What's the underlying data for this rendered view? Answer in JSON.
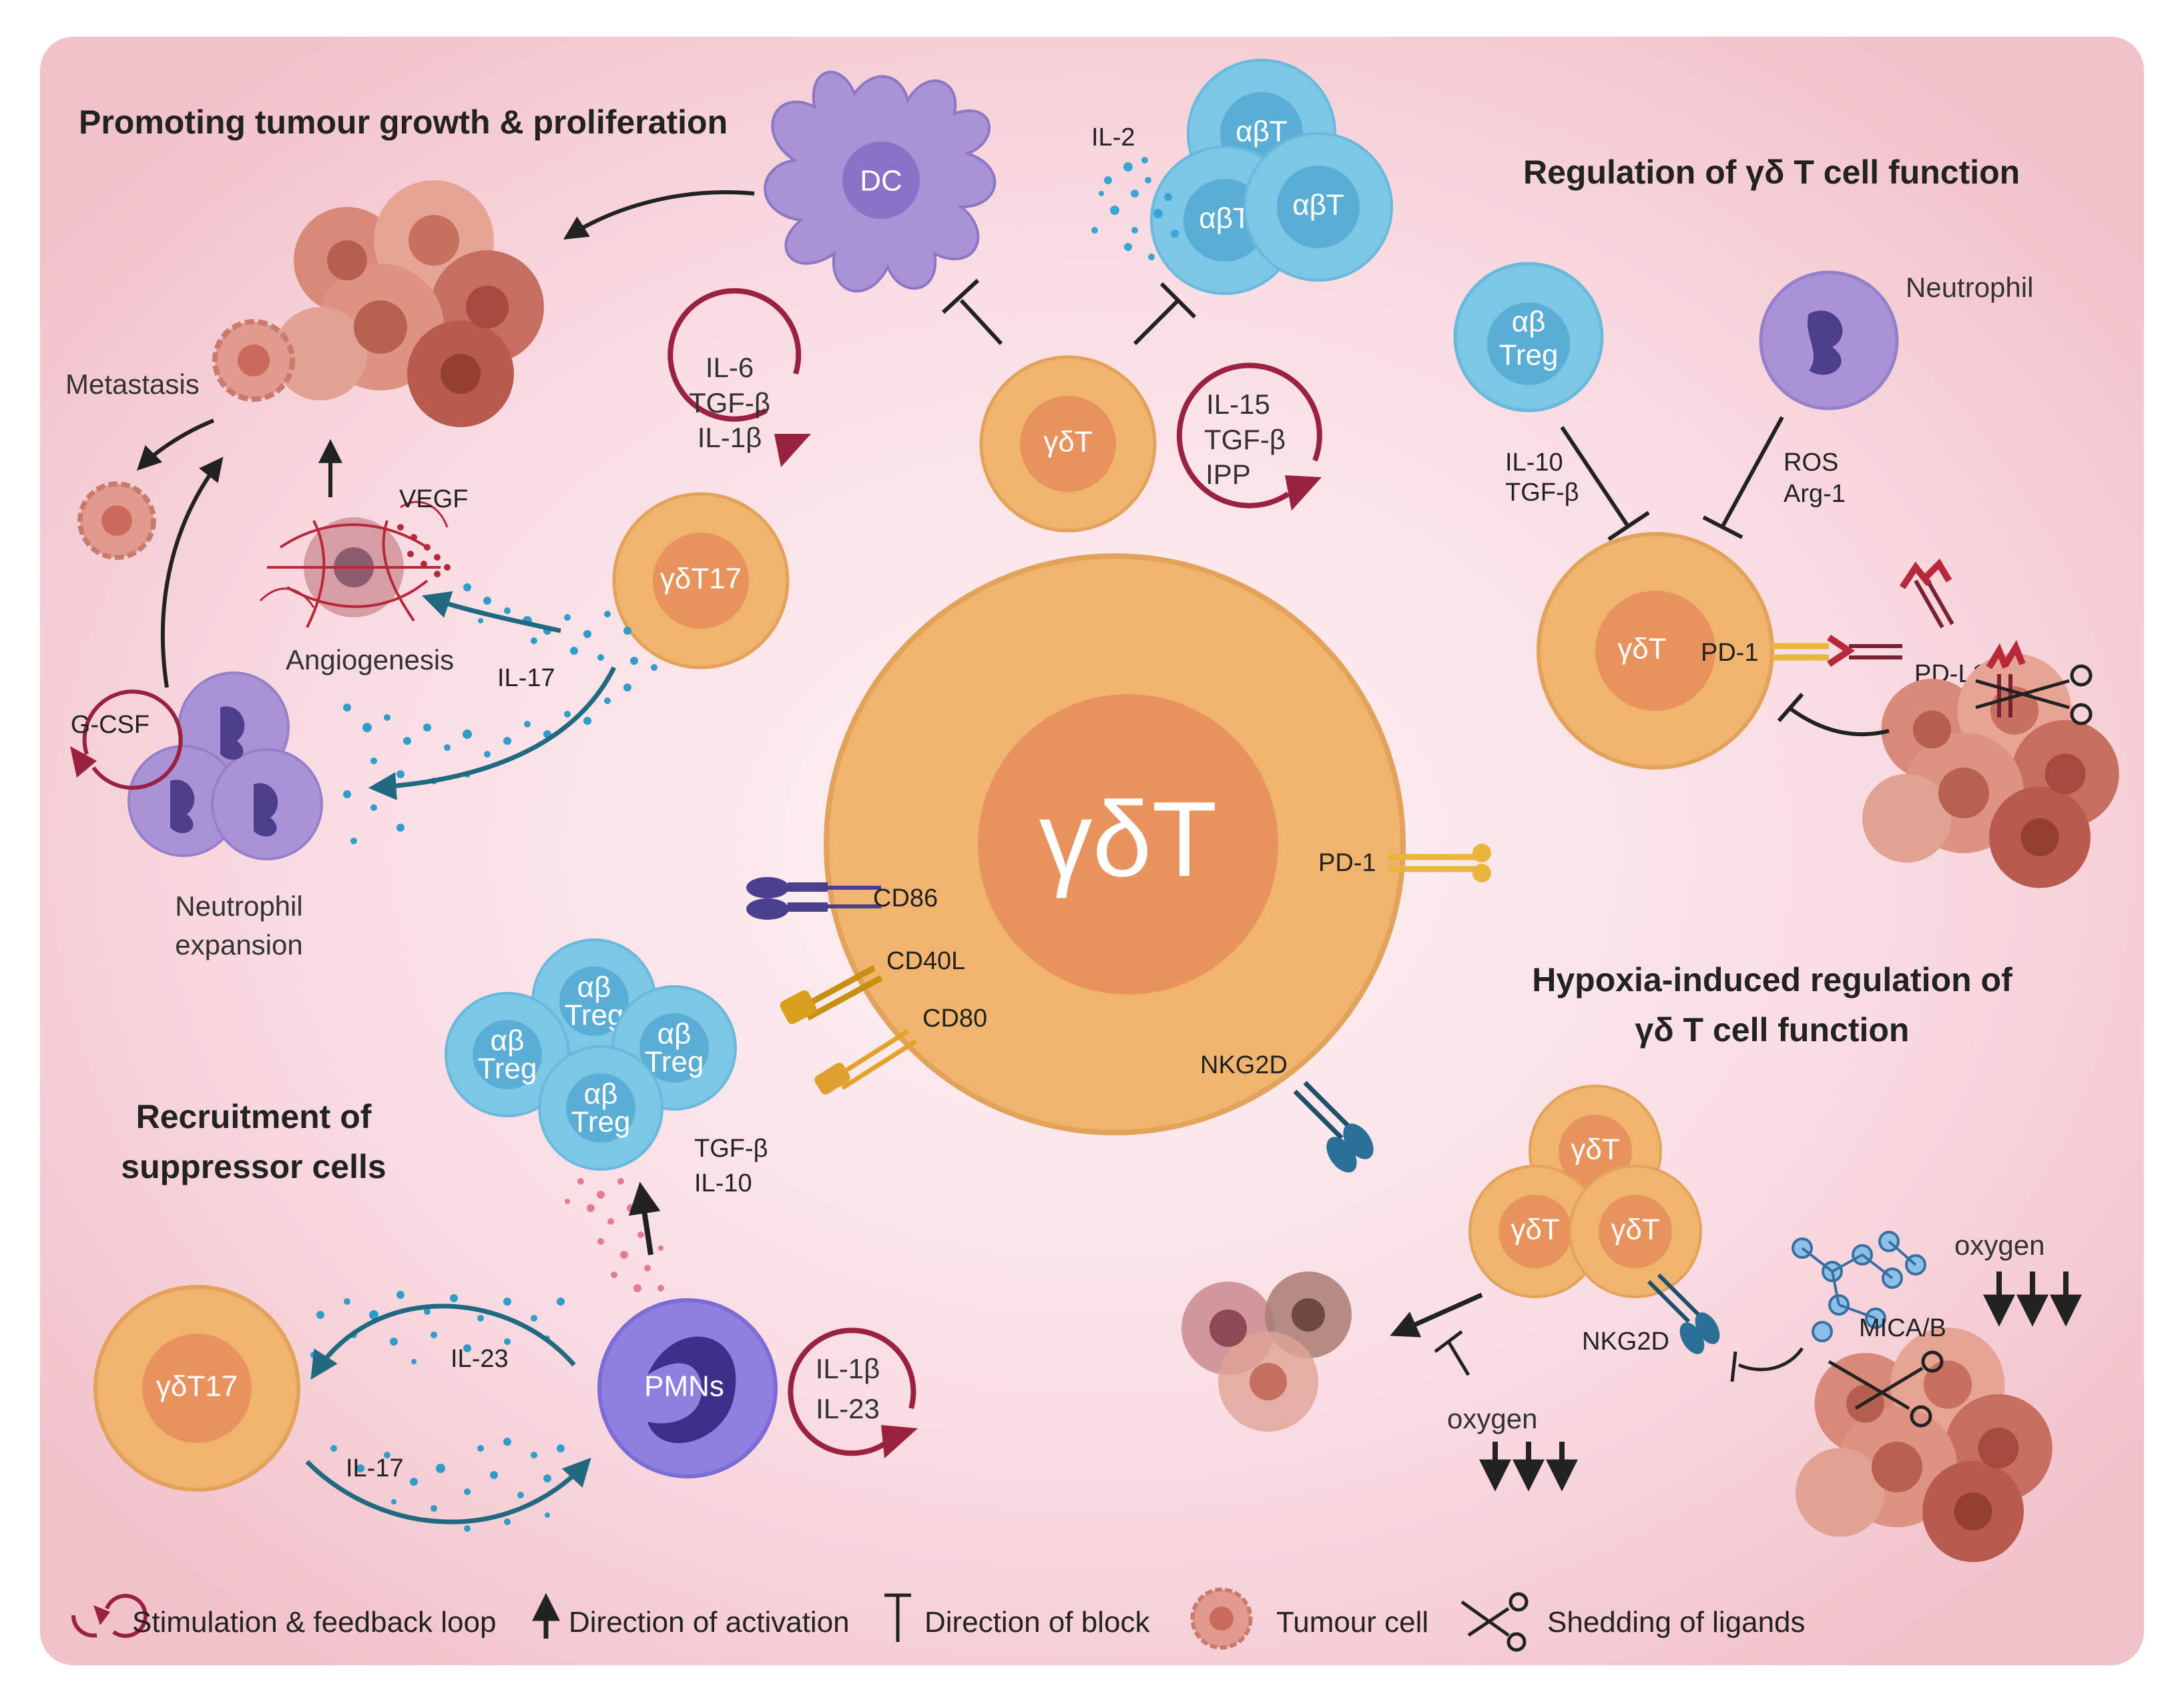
{
  "titles": {
    "growth": "Promoting tumour growth & proliferation",
    "regulation": "Regulation of γδ T cell function",
    "hypoxia_line1": "Hypoxia-induced regulation of",
    "hypoxia_line2": "γδ T cell function",
    "recruit_line1": "Recruitment of",
    "recruit_line2": "suppressor cells"
  },
  "cells": {
    "center": "γδT",
    "top_gdt": "γδT",
    "gdt17_upper": "γδT17",
    "gdt17_lower": "γδT17",
    "dc": "DC",
    "abT": "αβT",
    "abTreg_line1": "αβ",
    "abTreg_line2": "Treg",
    "pmns": "PMNs",
    "reg_gdt": "γδT",
    "hyp_gdt": "γδT"
  },
  "labels": {
    "il2": "IL-2",
    "loop1": [
      "IL-6",
      "TGF-β",
      "IL-1β"
    ],
    "loop2": [
      "IL-15",
      "TGF-β",
      "IPP"
    ],
    "loop3": [
      "IL-1β",
      "IL-23"
    ],
    "gcsf": "G-CSF",
    "metastasis": "Metastasis",
    "vegf": "VEGF",
    "angiogenesis": "Angiogenesis",
    "il17": "IL-17",
    "neutrophil_exp_1": "Neutrophil",
    "neutrophil_exp_2": "expansion",
    "cd86": "CD86",
    "cd40l": "CD40L",
    "cd80": "CD80",
    "pd1": "PD-1",
    "nkg2d": "NKG2D",
    "tgfb": "TGF-β",
    "il10": "IL-10",
    "il23": "IL-23",
    "il17b": "IL-17",
    "neutrophil": "Neutrophil",
    "il10_reg": "IL-10",
    "tgfb_reg": "TGF-β",
    "ros": "ROS",
    "arg1": "Arg-1",
    "pd1_reg": "PD-1",
    "pdl1": "PD-L1",
    "oxygen": "oxygen",
    "nkg2d_hyp": "NKG2D",
    "mica": "MICA/B"
  },
  "legend": {
    "loop": "Stimulation & feedback loop",
    "activation": "Direction of activation",
    "block": "Direction of block",
    "tumour": "Tumour cell",
    "shedding": "Shedding of ligands"
  },
  "colors": {
    "background_edge": "#f4c6cf",
    "background_center": "#fdf2f4",
    "gdt_cell": "#f0b46e",
    "gdt_nucleus": "#e8935e",
    "treg": "#7cc6e6",
    "treg_nucleus": "#5aaed6",
    "dc": "#a993d6",
    "pmn": "#8f7fe0",
    "tumour": "#d98a7d",
    "loop_red": "#9a2140",
    "dot_blue": "#2f9cc9",
    "dot_pink": "#e67a94"
  }
}
